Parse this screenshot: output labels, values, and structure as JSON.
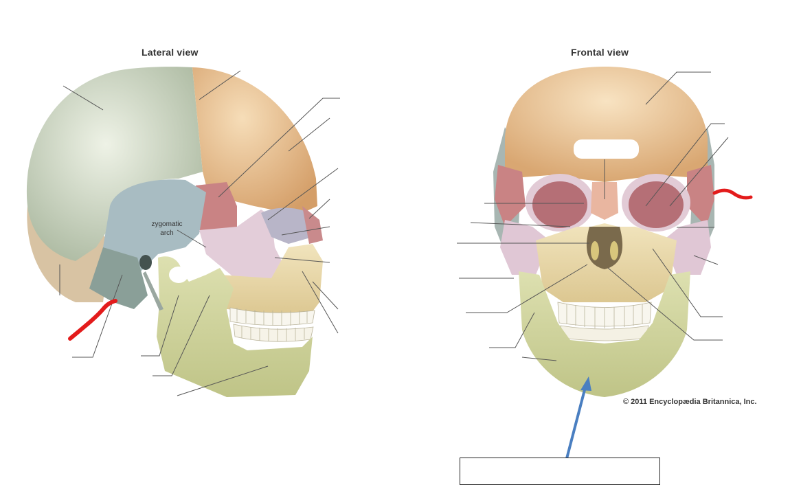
{
  "lateral": {
    "title": "Lateral view",
    "arch_label_line1": "zygomatic",
    "arch_label_line2": "arch"
  },
  "frontal": {
    "title": "Frontal view"
  },
  "copyright": "© 2011 Encyclopædia Britannica, Inc.",
  "colors": {
    "parietal": "#c9d4bd",
    "frontal_bone": "#e6bd8e",
    "temporal": "#a9bcc0",
    "sphenoid": "#c97f82",
    "zygomatic": "#e0c9d6",
    "maxilla": "#e9d9ac",
    "mandible": "#cfd39a",
    "occipital": "#d9c3a1",
    "annotation_red": "#e31b1b",
    "annotation_blue": "#4a7fc1"
  }
}
